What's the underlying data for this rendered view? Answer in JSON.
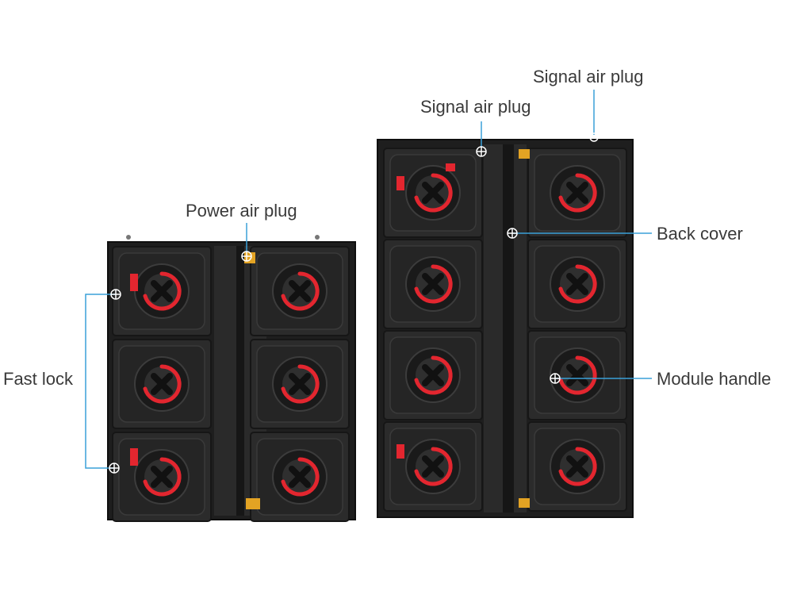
{
  "diagram": {
    "callouts": {
      "power_air_plug": "Power air plug",
      "fast_lock": "Fast lock",
      "signal_air_plug_left": "Signal air plug",
      "signal_air_plug_right": "Signal air plug",
      "back_cover": "Back cover",
      "module_handle": "Module handle"
    },
    "colors": {
      "cabinet_frame": "#1e1e1e",
      "module_body": "#2a2a2a",
      "handle_red": "#e3262f",
      "connector_gold": "#e3a323",
      "leader_line": "#3aa0d8"
    },
    "cabinets": {
      "left": {
        "module_rows": 3,
        "module_cols": 2
      },
      "right": {
        "module_rows": 4,
        "module_cols": 2
      }
    }
  }
}
